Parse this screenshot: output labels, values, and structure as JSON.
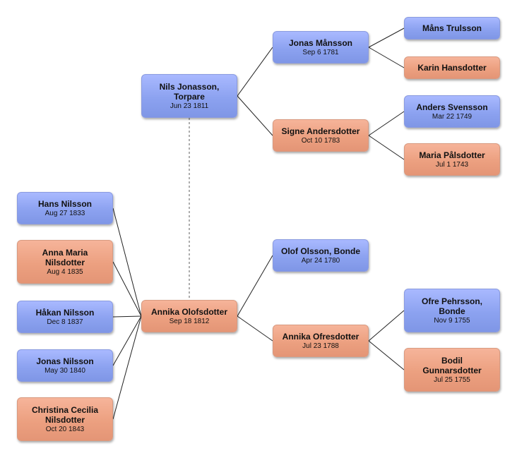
{
  "people": {
    "nils": {
      "name": "Nils Jonasson,\nTorpare",
      "date": "Jun 23 1811",
      "sex": "male"
    },
    "annika": {
      "name": "Annika Olofsdotter",
      "date": "Sep 18 1812",
      "sex": "female"
    },
    "jonas_m": {
      "name": "Jonas Månsson",
      "date": "Sep 6 1781",
      "sex": "male"
    },
    "signe": {
      "name": "Signe Andersdotter",
      "date": "Oct 10 1783",
      "sex": "female"
    },
    "mans": {
      "name": "Måns Trulsson",
      "date": "",
      "sex": "male"
    },
    "karin": {
      "name": "Karin Hansdotter",
      "date": "",
      "sex": "female"
    },
    "anders": {
      "name": "Anders Svensson",
      "date": "Mar 22 1749",
      "sex": "male"
    },
    "maria": {
      "name": "Maria Pålsdotter",
      "date": "Jul 1 1743",
      "sex": "female"
    },
    "olof": {
      "name": "Olof Olsson, Bonde",
      "date": "Apr 24 1780",
      "sex": "male"
    },
    "annika_o": {
      "name": "Annika Ofresdotter",
      "date": "Jul 23 1788",
      "sex": "female"
    },
    "ofre": {
      "name": "Ofre Pehrsson,\nBonde",
      "date": "Nov 9 1755",
      "sex": "male"
    },
    "bodil": {
      "name": "Bodil\nGunnarsdotter",
      "date": "Jul 25 1755",
      "sex": "female"
    },
    "hans": {
      "name": "Hans Nilsson",
      "date": "Aug 27 1833",
      "sex": "male"
    },
    "anna_maria": {
      "name": "Anna Maria\nNilsdotter",
      "date": "Aug 4 1835",
      "sex": "female"
    },
    "hakan": {
      "name": "Håkan Nilsson",
      "date": "Dec 8 1837",
      "sex": "male"
    },
    "jonas_n": {
      "name": "Jonas Nilsson",
      "date": "May 30 1840",
      "sex": "male"
    },
    "christina": {
      "name": "Christina Cecilia\nNilsdotter",
      "date": "Oct 20 1843",
      "sex": "female"
    }
  },
  "links": [
    {
      "from": "nils",
      "to": "jonas_m",
      "style": "solid"
    },
    {
      "from": "nils",
      "to": "signe",
      "style": "solid"
    },
    {
      "from": "jonas_m",
      "to": "mans",
      "style": "solid"
    },
    {
      "from": "jonas_m",
      "to": "karin",
      "style": "solid"
    },
    {
      "from": "signe",
      "to": "anders",
      "style": "solid"
    },
    {
      "from": "signe",
      "to": "maria",
      "style": "solid"
    },
    {
      "from": "annika",
      "to": "olof",
      "style": "solid"
    },
    {
      "from": "annika",
      "to": "annika_o",
      "style": "solid"
    },
    {
      "from": "annika_o",
      "to": "ofre",
      "style": "solid"
    },
    {
      "from": "annika_o",
      "to": "bodil",
      "style": "solid"
    },
    {
      "from": "hans",
      "to": "annika",
      "style": "solid"
    },
    {
      "from": "anna_maria",
      "to": "annika",
      "style": "solid"
    },
    {
      "from": "hakan",
      "to": "annika",
      "style": "solid"
    },
    {
      "from": "jonas_n",
      "to": "annika",
      "style": "solid"
    },
    {
      "from": "christina",
      "to": "annika",
      "style": "solid"
    },
    {
      "from": "nils",
      "to": "annika",
      "style": "dashed"
    }
  ]
}
